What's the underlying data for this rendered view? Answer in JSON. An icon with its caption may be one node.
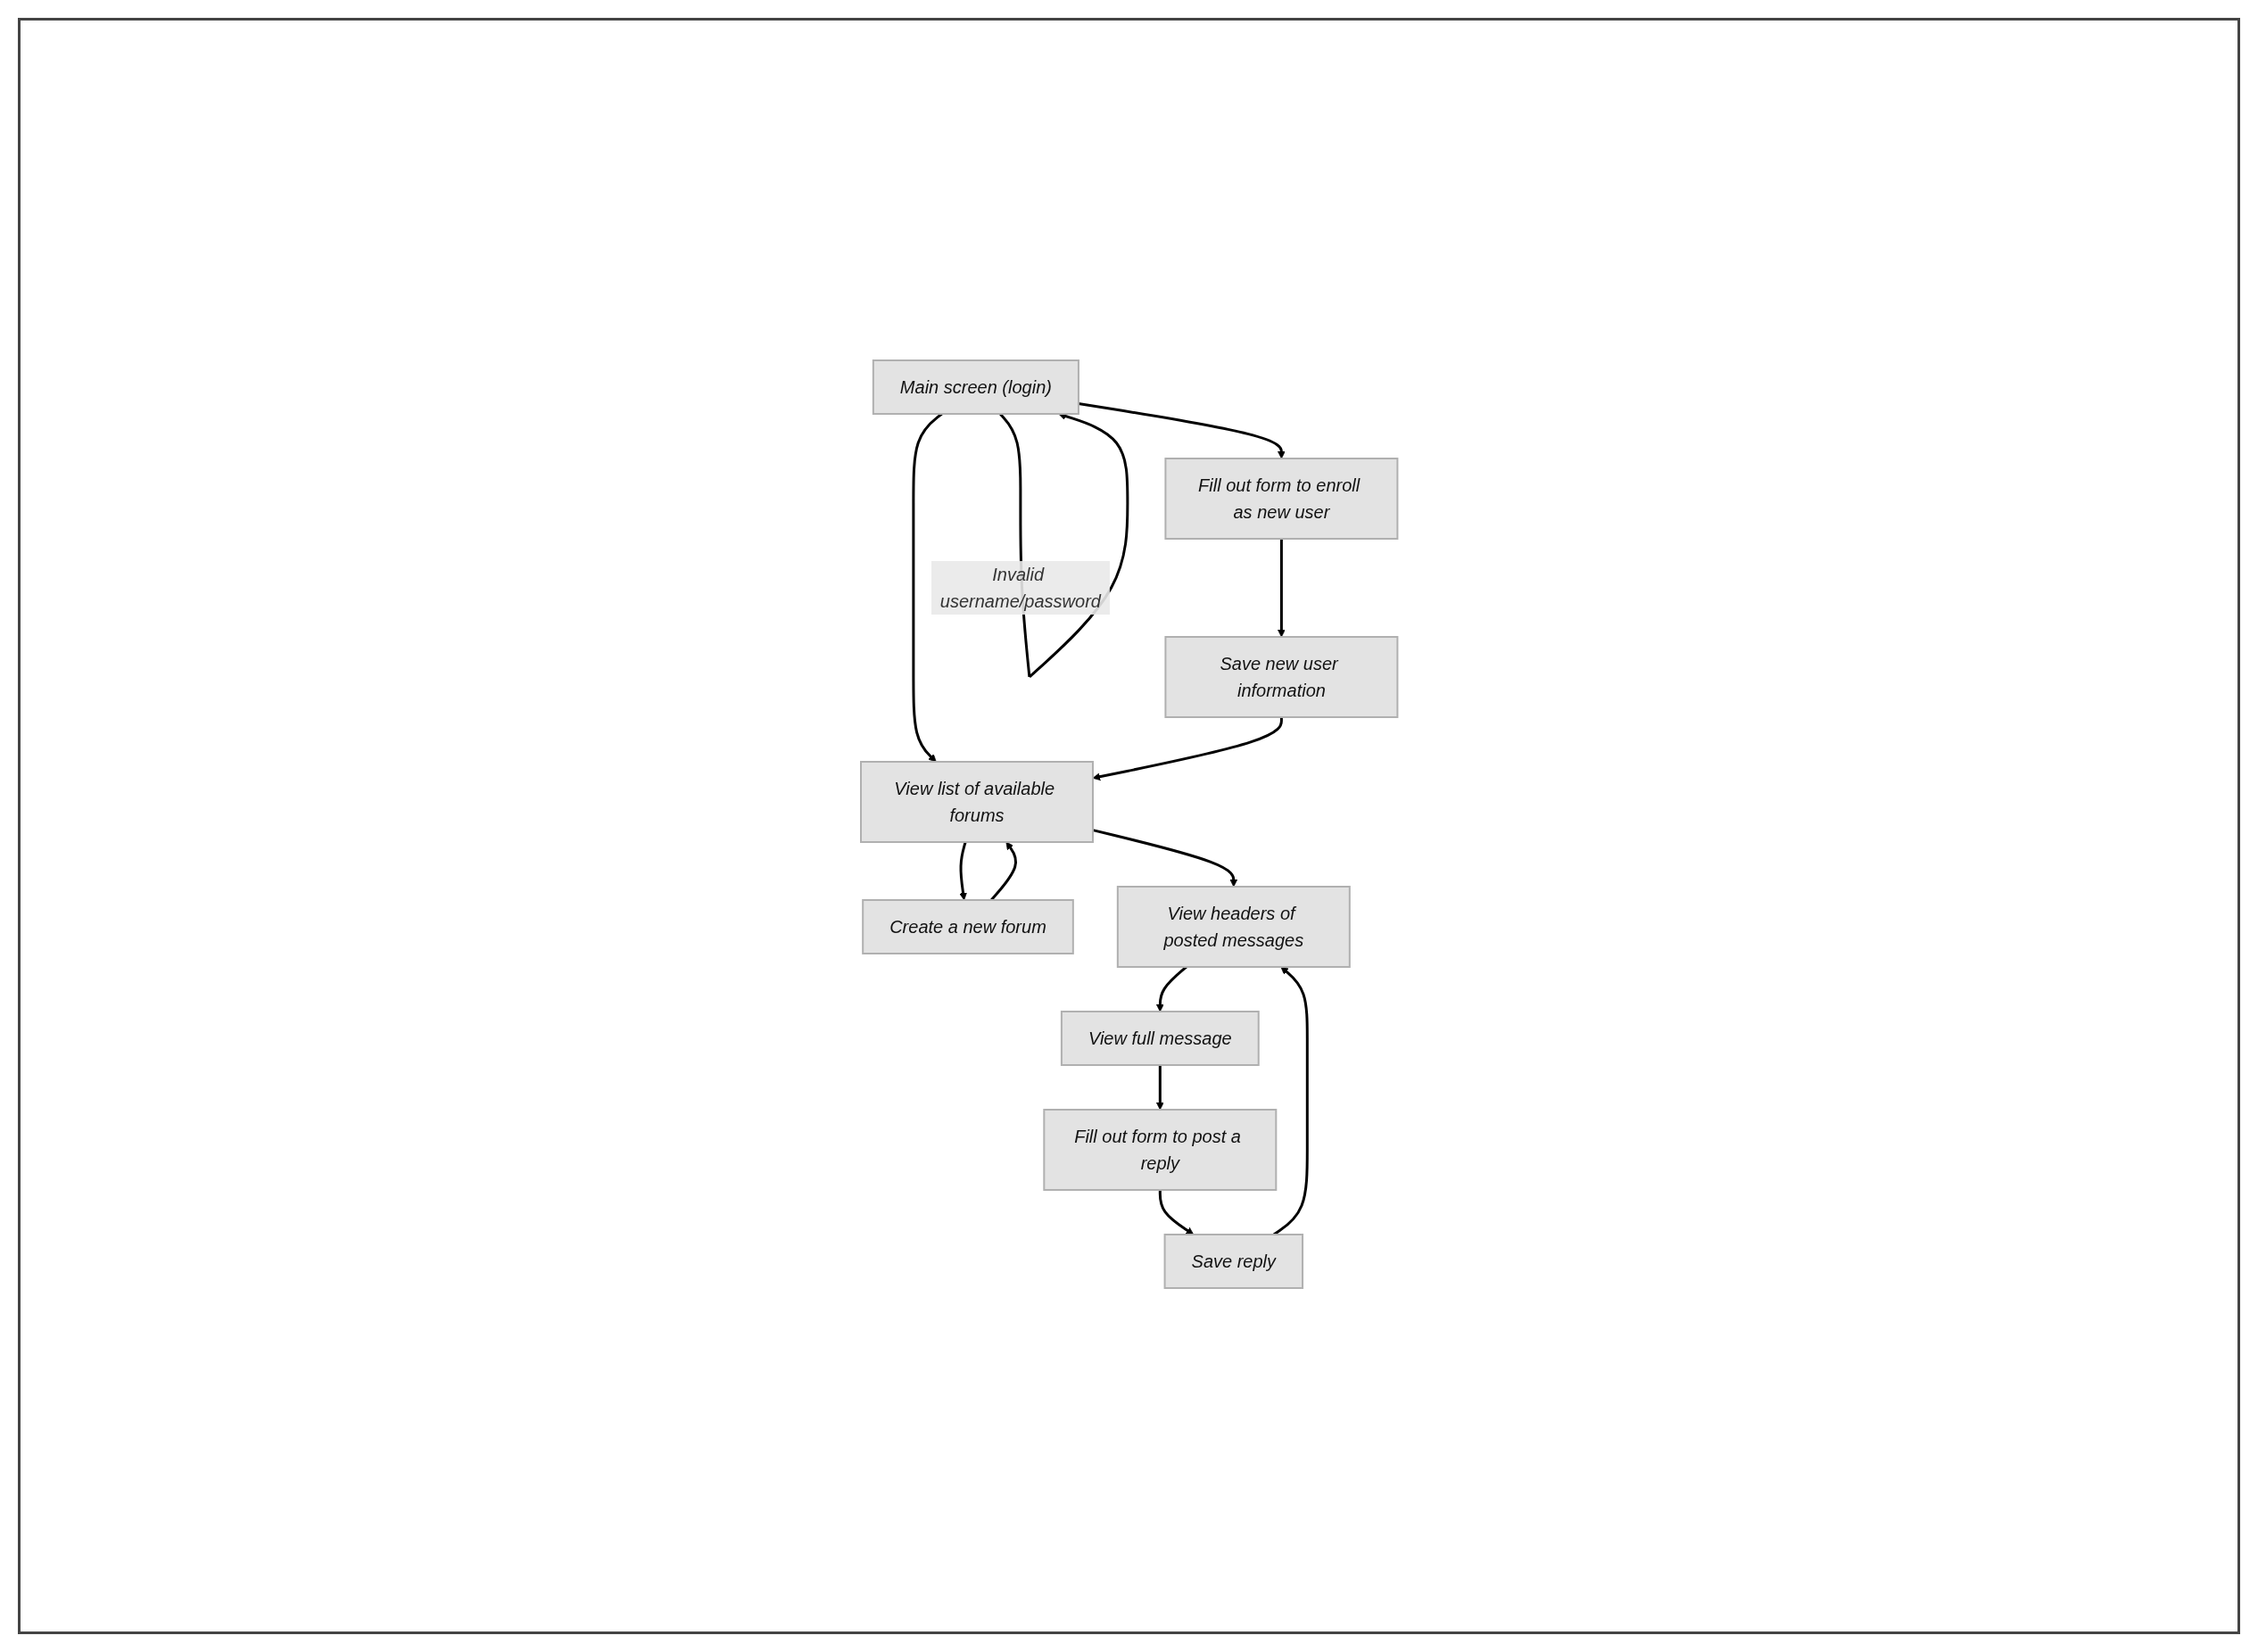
{
  "diagram": {
    "nodes": [
      {
        "text": [
          "Main screen (login)"
        ]
      },
      {
        "text": [
          "Fill out form to enroll as new user"
        ]
      },
      {
        "text": [
          "Save new user information"
        ]
      },
      {
        "text": [
          "View list of available forums"
        ]
      },
      {
        "text": [
          "Create a new forum"
        ]
      },
      {
        "text": [
          "View headers of posted messages"
        ]
      },
      {
        "text": [
          "View full message"
        ]
      },
      {
        "text": [
          "Fill out form to post a reply"
        ]
      },
      {
        "text": [
          "Save reply"
        ]
      }
    ],
    "edges": [
      {
        "from": 0,
        "to": 0,
        "arrow": "to",
        "label": "Invalid username/password"
      },
      {
        "from": 0,
        "to": 1,
        "arrow": "to"
      },
      {
        "from": 1,
        "to": 2,
        "arrow": "to"
      },
      {
        "from": 0,
        "to": 3,
        "arrow": "to"
      },
      {
        "from": 2,
        "to": 3,
        "arrow": "to"
      },
      {
        "from": 3,
        "to": 4,
        "arrow": "to"
      },
      {
        "from": 4,
        "to": 3,
        "arrow": "to"
      },
      {
        "from": 3,
        "to": 5,
        "arrow": "to"
      },
      {
        "from": 5,
        "to": 6,
        "arrow": "to"
      },
      {
        "from": 6,
        "to": 7,
        "arrow": "to"
      },
      {
        "from": 7,
        "to": 8,
        "arrow": "to"
      },
      {
        "from": 8,
        "to": 5,
        "arrow": "to"
      }
    ]
  }
}
